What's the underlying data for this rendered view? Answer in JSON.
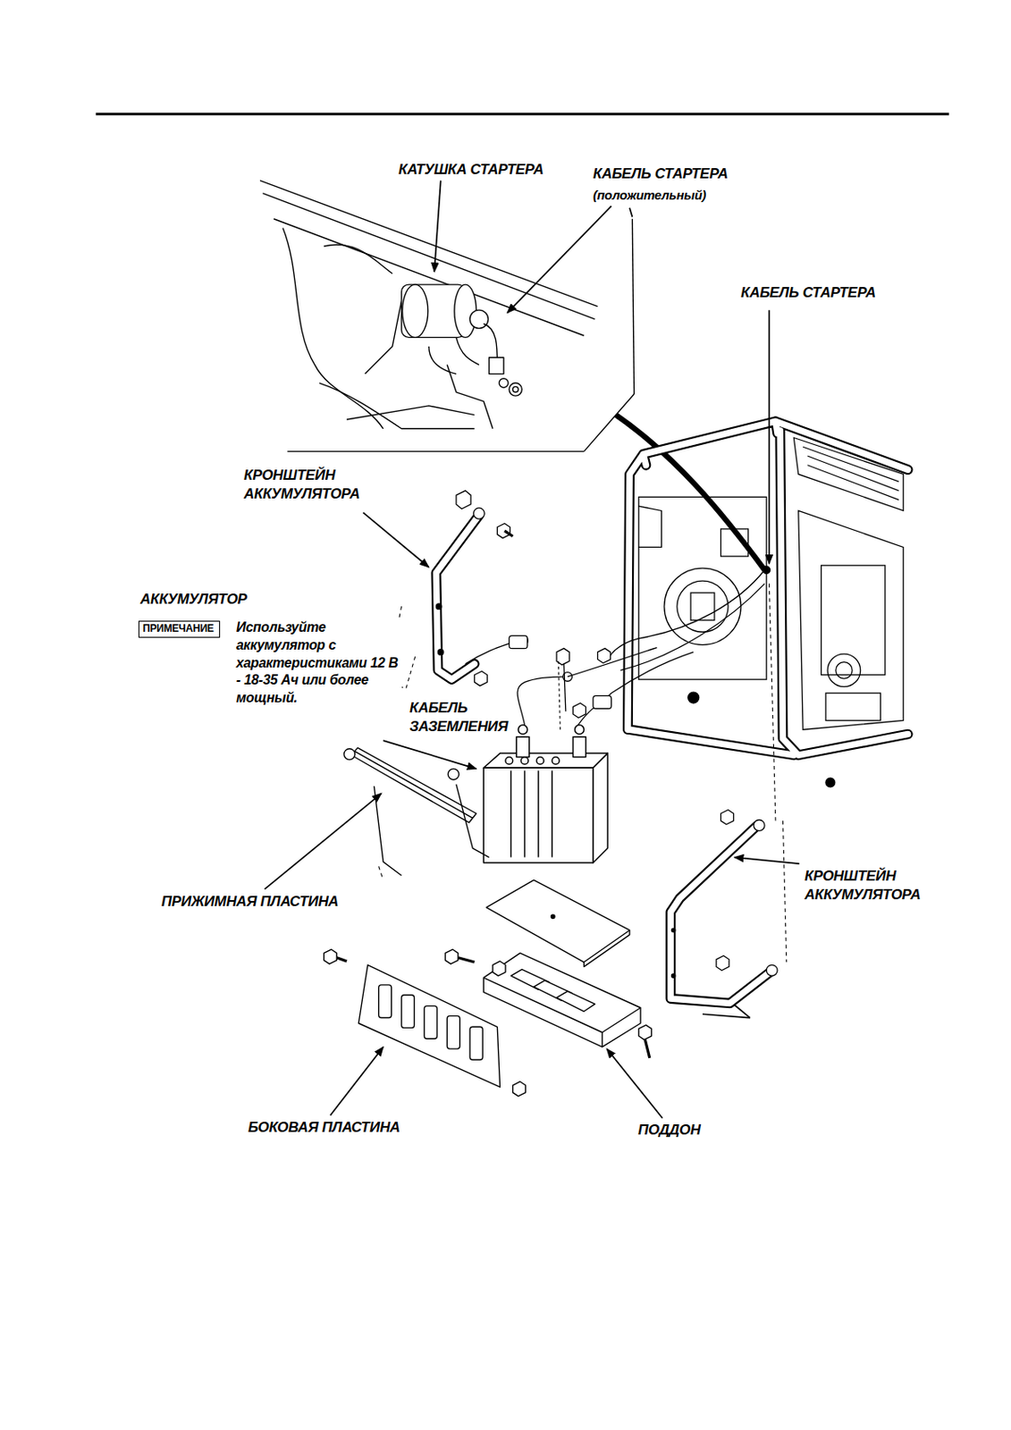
{
  "diagram": {
    "nodes": [
      {
        "text": [
          "ПРИМЕЧАНИЕ"
        ]
      }
    ],
    "labels": [
      "КАТУШКА СТАРТЕРА",
      "КАБЕЛЬ СТАРТЕРА",
      "(положительный)",
      "КАБЕЛЬ СТАРТЕРА",
      "КРОНШТЕЙН АККУМУЛЯТОРА",
      "АККУМУЛЯТОР",
      "Используйте аккумулятор с характеристиками 12 В - 18-35 Ач или более мощный.",
      "КАБЕЛЬ ЗАЗЕМЛЕНИЯ",
      "ПРИЖИМНАЯ ПЛАСТИНА",
      "КРОНШТЕЙН АККУМУЛЯТОРА",
      "БОКОВАЯ ПЛАСТИНА",
      "ПОДДОН"
    ]
  }
}
